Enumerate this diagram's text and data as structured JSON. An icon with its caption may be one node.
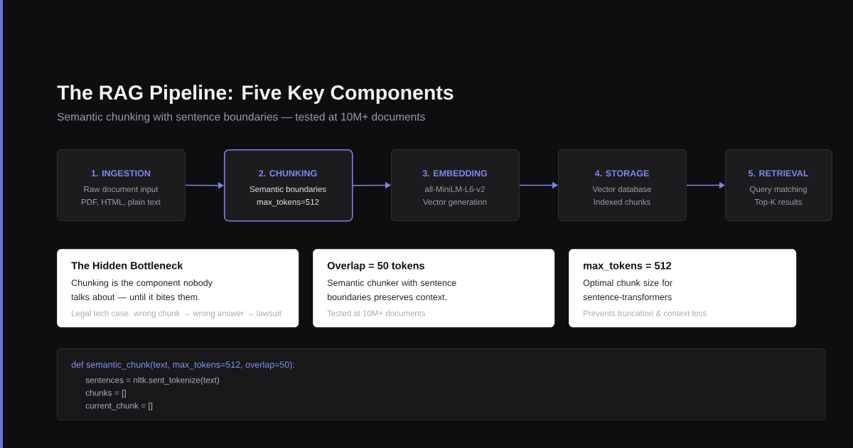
{
  "diagram": {
    "title": "The RAG Pipeline: Five Key Components",
    "nodes": [
      {
        "text": [
          "1. INGESTION",
          "Raw document input",
          "PDF, HTML, plain text"
        ]
      },
      {
        "text": [
          "2. CHUNKING",
          "Semantic boundaries",
          "max_tokens=512"
        ]
      },
      {
        "text": [
          "3. EMBEDDING",
          "all-MiniLM-L6-v2",
          "Vector generation"
        ]
      },
      {
        "text": [
          "4. STORAGE",
          "Vector database",
          "Indexed chunks"
        ]
      },
      {
        "text": [
          "5. RETRIEVAL",
          "Query matching",
          "Top-K results"
        ]
      },
      {
        "text": [
          "The Hidden Bottleneck",
          "Chunking is the component nobody talks about — until it bites them.",
          "Legal tech case: wrong chunk → wrong answer → lawsuit"
        ]
      },
      {
        "text": [
          "Overlap = 50 tokens",
          "Semantic chunker with sentence boundaries preserves context.",
          "Tested at 10M+ documents"
        ]
      },
      {
        "text": [
          "max_tokens = 512",
          "Optimal chunk size for sentence-transformers",
          "Prevents truncation & context loss"
        ]
      },
      {
        "text": [
          "def semantic_chunk(text, max_tokens=512, overlap=50):",
          "sentences = nltk.sent_tokenize(text)",
          "chunks = []",
          "current_chunk = []"
        ]
      }
    ],
    "edges": [
      {
        "from": 0,
        "to": 1,
        "arrow": "to"
      },
      {
        "from": 1,
        "to": 2,
        "arrow": "to"
      },
      {
        "from": 2,
        "to": 3,
        "arrow": "to"
      },
      {
        "from": 3,
        "to": 4,
        "arrow": "to"
      }
    ],
    "labels": [
      "Semantic chunking with sentence boundaries — tested at 10M+ documents"
    ]
  }
}
